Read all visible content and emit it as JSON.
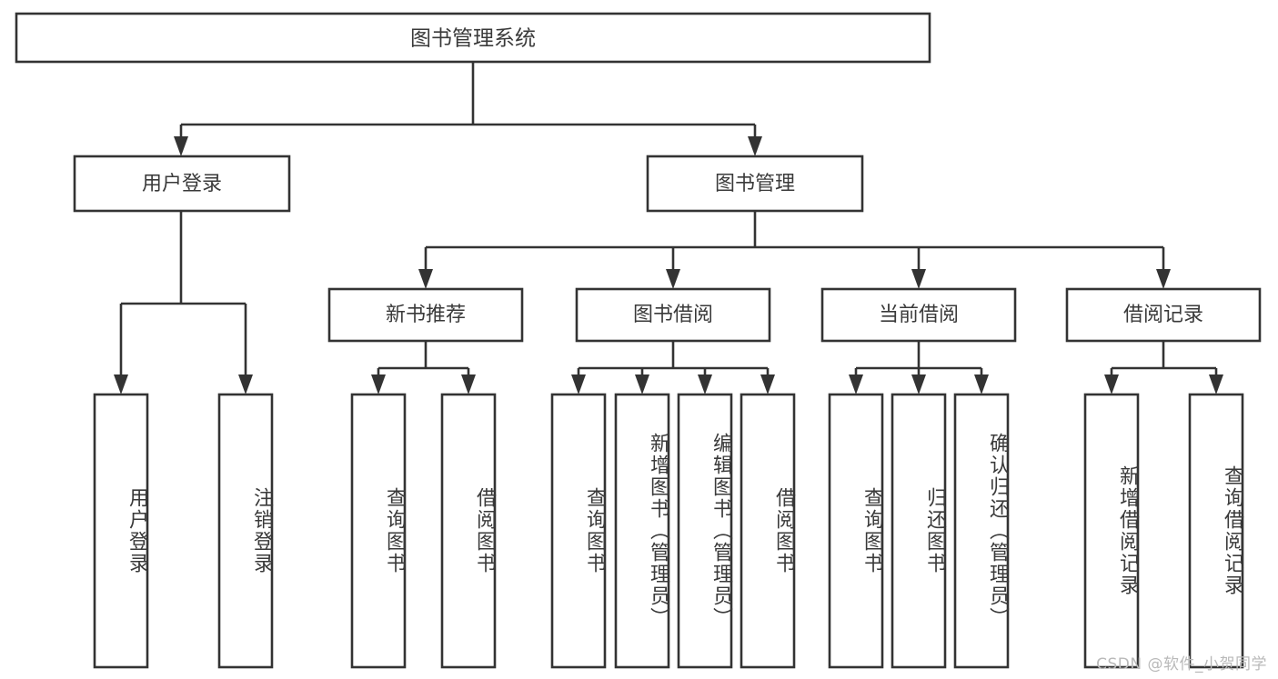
{
  "diagram": {
    "type": "tree",
    "title": "图书管理系统",
    "orientation": "top-down",
    "colors": {
      "background": "#ffffff",
      "box_stroke": "#333333",
      "box_fill": "#ffffff",
      "text": "#3a3a3a",
      "watermark": "#b9b9b9"
    },
    "root": {
      "label": "图书管理系统"
    },
    "level2": [
      {
        "label": "用户登录"
      },
      {
        "label": "图书管理"
      }
    ],
    "level3": [
      {
        "label": "新书推荐"
      },
      {
        "label": "图书借阅"
      },
      {
        "label": "当前借阅"
      },
      {
        "label": "借阅记录"
      }
    ],
    "leaves": {
      "user_login": [
        {
          "label": "用户登录"
        },
        {
          "label": "注销登录"
        }
      ],
      "new_book_recommend": [
        {
          "label": "查询图书"
        },
        {
          "label": "借阅图书"
        }
      ],
      "book_borrow": [
        {
          "label": "查询图书"
        },
        {
          "label": "新增图书（管理员）"
        },
        {
          "label": "编辑图书（管理员）"
        },
        {
          "label": "借阅图书"
        }
      ],
      "current_borrow": [
        {
          "label": "查询图书"
        },
        {
          "label": "归还图书"
        },
        {
          "label": "确认归还（管理员）"
        }
      ],
      "borrow_record": [
        {
          "label": "新增借阅记录"
        },
        {
          "label": "查询借阅记录"
        }
      ]
    }
  },
  "watermark": {
    "text": "CSDN @软件_小贺同学"
  }
}
